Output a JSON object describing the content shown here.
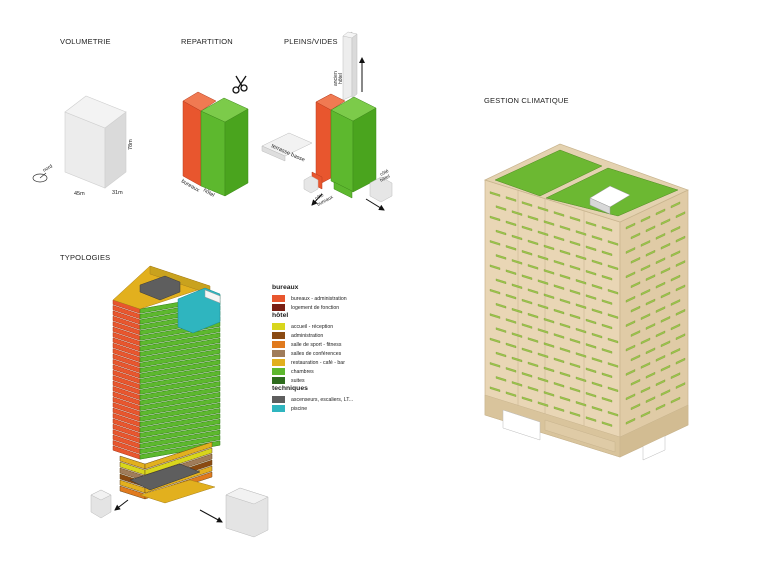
{
  "titles": {
    "volumetrie": "VOLUMETRIE",
    "repartition": "REPARTITION",
    "pleins_vides": "PLEINS/VIDES",
    "typologies": "TYPOLOGIES",
    "gestion": "GESTION CLIMATIQUE"
  },
  "volumetrie": {
    "height_label": "78m",
    "width_label": "45m",
    "depth_label": "31m",
    "north_label": "nord"
  },
  "repartition": {
    "left_label": "bureaux",
    "right_label": "hôtel"
  },
  "pleins_vides": {
    "top_label_1": "ancien",
    "top_label_2": "hôtel",
    "terrace_label": "terrasse basse",
    "bureaux_label_1": "côté",
    "bureaux_label_2": "bureaux",
    "hotel_label_1": "côté",
    "hotel_label_2": "hôtel"
  },
  "legend": {
    "groups": [
      {
        "title": "bureaux",
        "items": [
          {
            "label": "bureaux - administration",
            "color": "#E8562E"
          },
          {
            "label": "logement de fonction",
            "color": "#7A1F14"
          }
        ]
      },
      {
        "title": "hôtel",
        "items": [
          {
            "label": "accueil - réception",
            "color": "#D8D61C"
          },
          {
            "label": "administration",
            "color": "#8A4A12"
          },
          {
            "label": "salle de sport - fitness",
            "color": "#E07A1E"
          },
          {
            "label": "salles de conférences",
            "color": "#A07C5A"
          },
          {
            "label": "restauration - café - bar",
            "color": "#E2B01E"
          },
          {
            "label": "chambres",
            "color": "#5DB82E"
          },
          {
            "label": "suites",
            "color": "#2E6B1E"
          }
        ]
      },
      {
        "title": "techniques",
        "items": [
          {
            "label": "ascenseurs, escaliers, LT...",
            "color": "#5E5E5E"
          },
          {
            "label": "piscine",
            "color": "#2FB5BF"
          }
        ]
      }
    ]
  },
  "colors": {
    "grey_volume": "#E6E6E6",
    "orange": "#E8562E",
    "green": "#5DB82E",
    "beige": "#E9D6B5",
    "roof_green": "#6CB832"
  }
}
